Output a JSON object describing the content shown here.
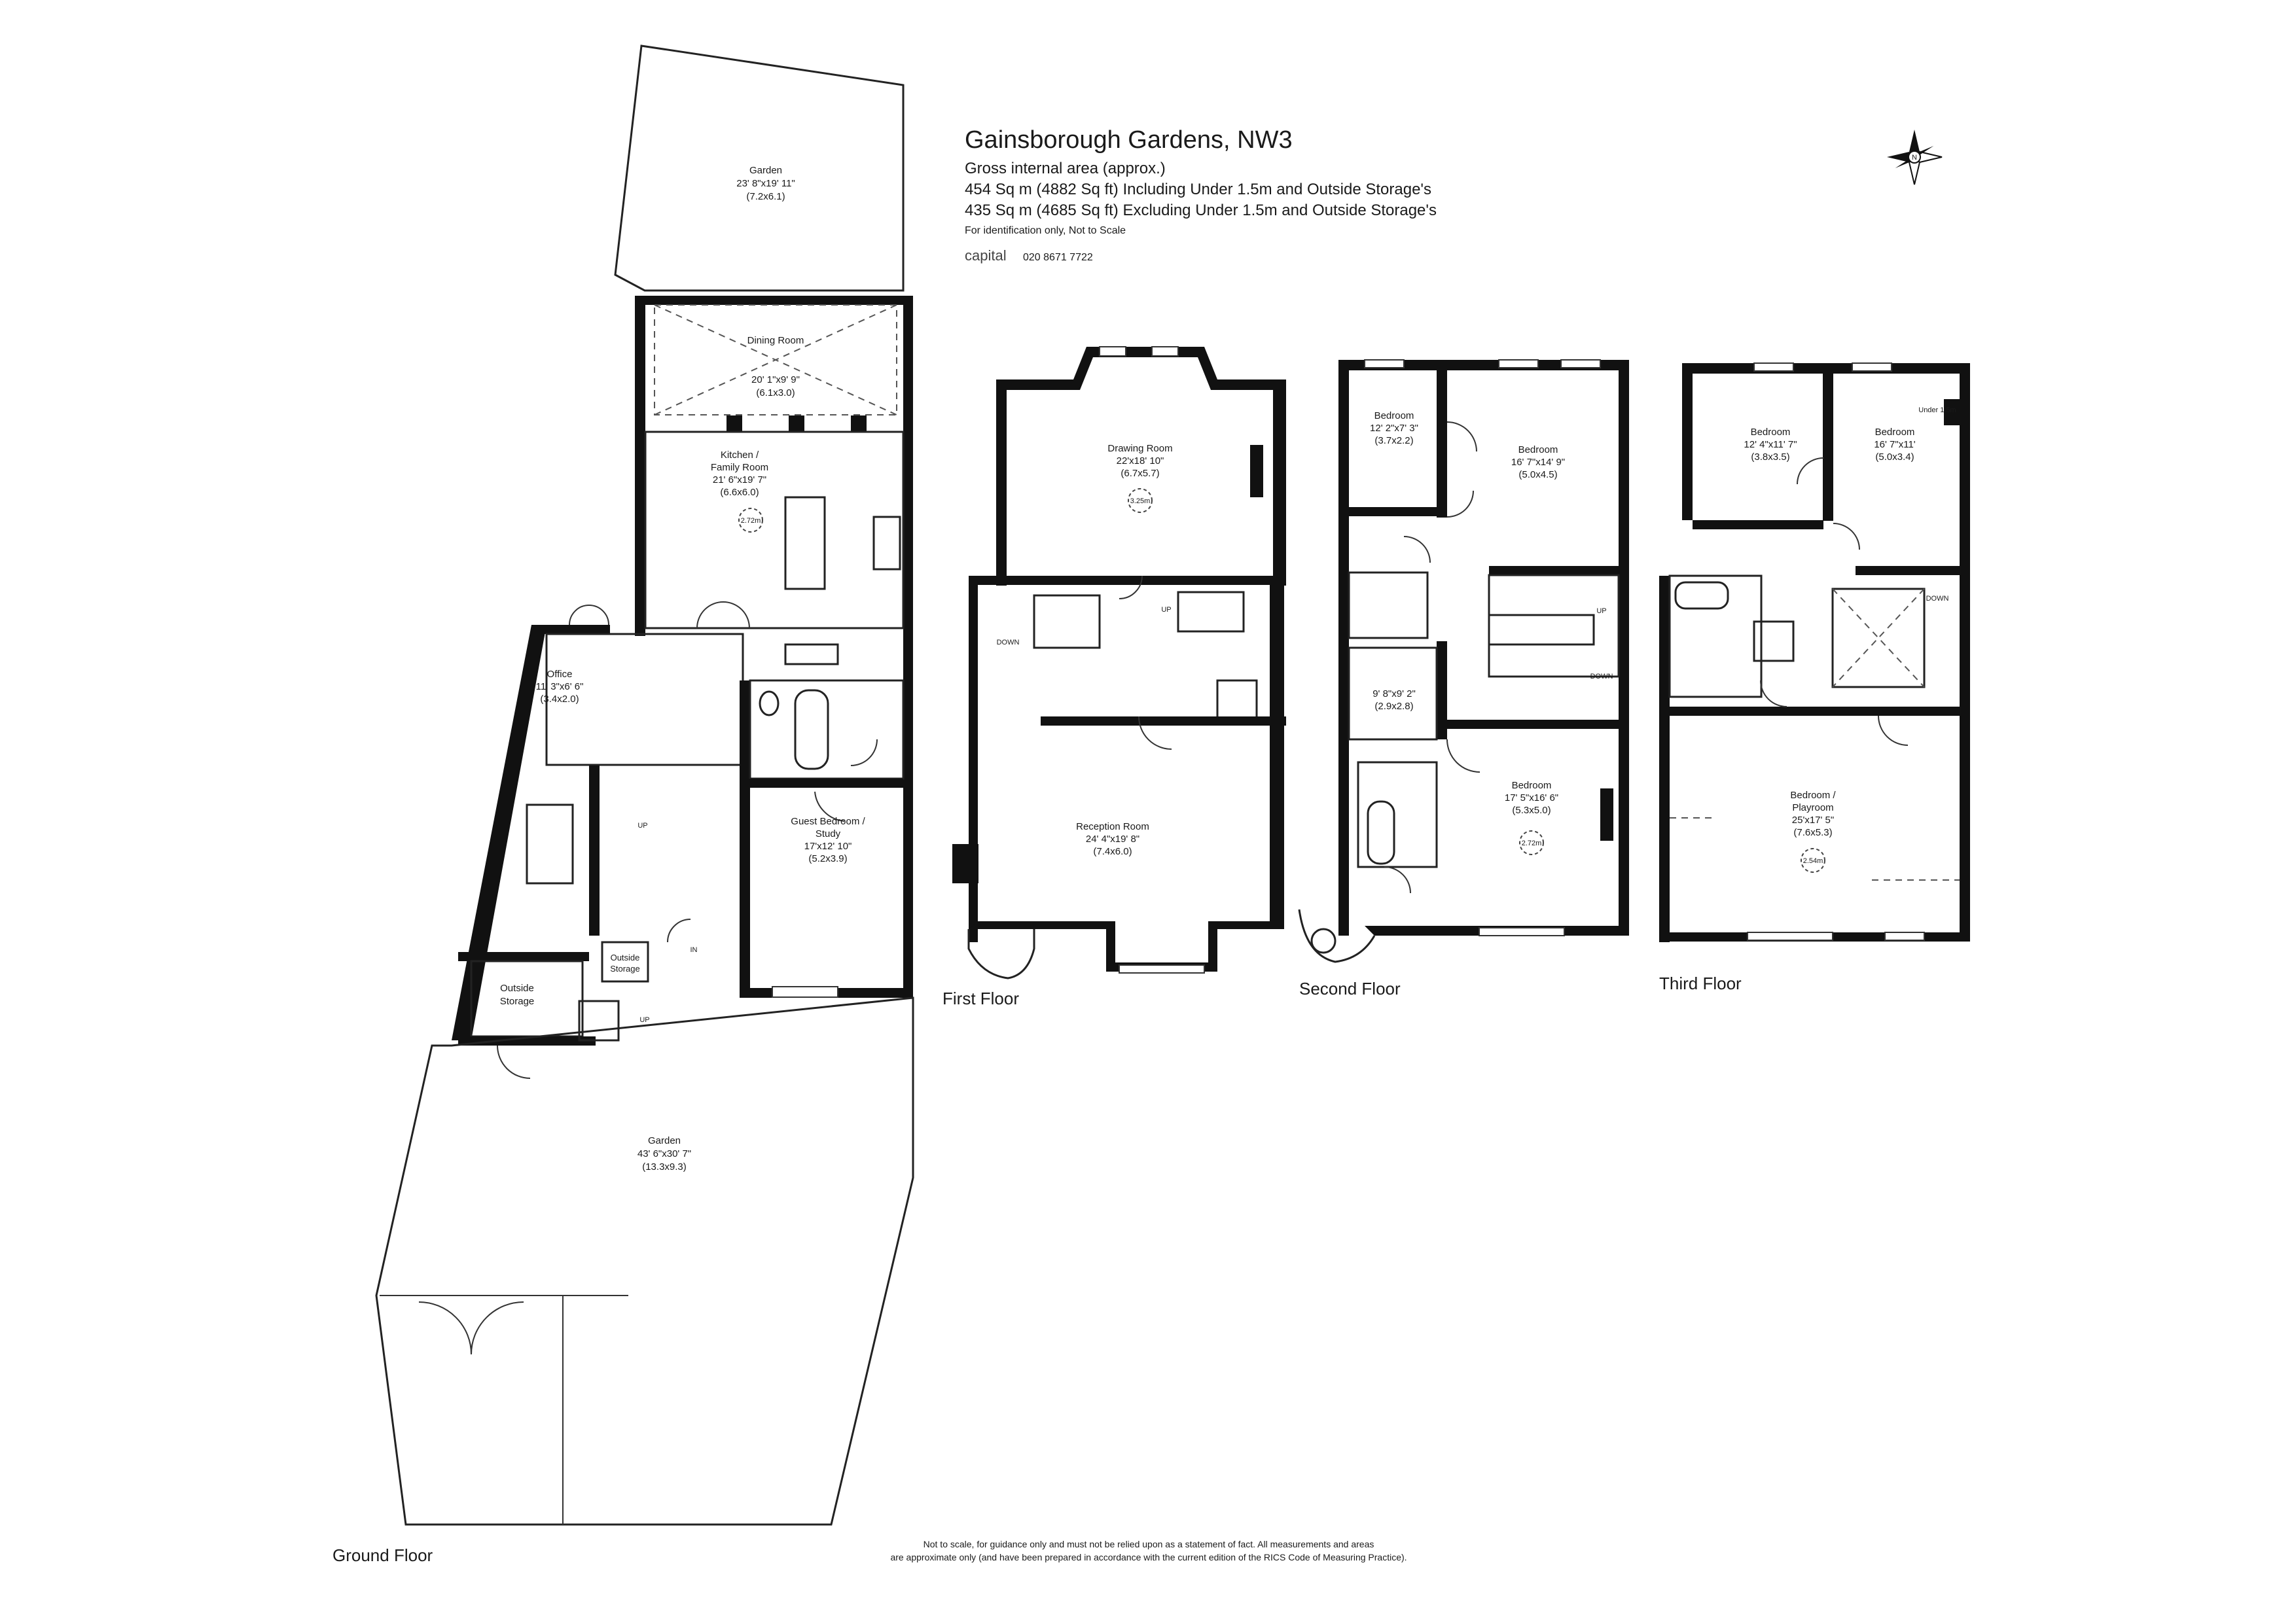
{
  "header": {
    "title": "Gainsborough Gardens, NW3",
    "area_heading": "Gross internal area (approx.)",
    "area_including": "454 Sq m (4882 Sq ft) Including Under 1.5m and Outside Storage's",
    "area_excluding": "435 Sq m (4685 Sq ft) Excluding Under 1.5m and Outside Storage's",
    "identification_note": "For identification only, Not to Scale",
    "brand": "capital",
    "phone": "020 8671 7722"
  },
  "compass": {
    "icon": "north-compass-icon",
    "letter": "N"
  },
  "floors": {
    "ground": {
      "label": "Ground Floor",
      "rooms": {
        "garden_top": {
          "name": "Garden",
          "size": "23' 8\"x19' 11\"",
          "metric": "(7.2x6.1)"
        },
        "dining": {
          "name": "Dining Room",
          "size": "20' 1\"x9' 9\"",
          "metric": "(6.1x3.0)"
        },
        "kitchen": {
          "name1": "Kitchen /",
          "name2": "Family Room",
          "size": "21' 6\"x19' 7\"",
          "metric": "(6.6x6.0)",
          "ceiling": "2.72m"
        },
        "office": {
          "name": "Office",
          "size": "11' 3\"x6' 6\"",
          "metric": "(3.4x2.0)"
        },
        "guest": {
          "name1": "Guest Bedroom /",
          "name2": "Study",
          "size": "17'x12' 10\"",
          "metric": "(5.2x3.9)"
        },
        "outside_storage_1": {
          "name1": "Outside",
          "name2": "Storage"
        },
        "outside_storage_2": {
          "name1": "Outside",
          "name2": "Storage"
        },
        "garden_bottom": {
          "name": "Garden",
          "size": "43' 6\"x30' 7\"",
          "metric": "(13.3x9.3)"
        }
      },
      "marks": {
        "up": "UP",
        "up2": "UP",
        "in": "IN"
      }
    },
    "first": {
      "label": "First Floor",
      "rooms": {
        "drawing": {
          "name": "Drawing Room",
          "size": "22'x18' 10\"",
          "metric": "(6.7x5.7)",
          "ceiling": "3.25m"
        },
        "reception": {
          "name": "Reception Room",
          "size": "24' 4\"x19' 8\"",
          "metric": "(7.4x6.0)"
        }
      },
      "marks": {
        "down": "DOWN",
        "up": "UP"
      }
    },
    "second": {
      "label": "Second Floor",
      "rooms": {
        "bed_a": {
          "name": "Bedroom",
          "size": "12' 2\"x7' 3\"",
          "metric": "(3.7x2.2)"
        },
        "bed_b": {
          "name": "Bedroom",
          "size": "16' 7\"x14' 9\"",
          "metric": "(5.0x4.5)"
        },
        "dressing": {
          "size": "9' 8\"x9' 2\"",
          "metric": "(2.9x2.8)"
        },
        "bed_c": {
          "name": "Bedroom",
          "size": "17' 5\"x16' 6\"",
          "metric": "(5.3x5.0)",
          "ceiling": "2.72m"
        }
      },
      "marks": {
        "up": "UP",
        "down": "DOWN"
      }
    },
    "third": {
      "label": "Third Floor",
      "rooms": {
        "bed_a": {
          "name": "Bedroom",
          "size": "12' 4\"x11' 7\"",
          "metric": "(3.8x3.5)"
        },
        "bed_b": {
          "name": "Bedroom",
          "size": "16' 7\"x11'",
          "metric": "(5.0x3.4)"
        },
        "playroom": {
          "name1": "Bedroom /",
          "name2": "Playroom",
          "size": "25'x17' 5\"",
          "metric": "(7.6x5.3)",
          "ceiling": "2.54m"
        }
      },
      "marks": {
        "down": "DOWN",
        "under": "Under 1.5m"
      }
    }
  },
  "footer": {
    "line1": "Not to scale, for guidance only and must not be relied upon as a statement of fact.  All measurements and areas",
    "line2": "are approximate only (and have been prepared in accordance with the current edition of the RICS Code of Measuring Practice)."
  }
}
